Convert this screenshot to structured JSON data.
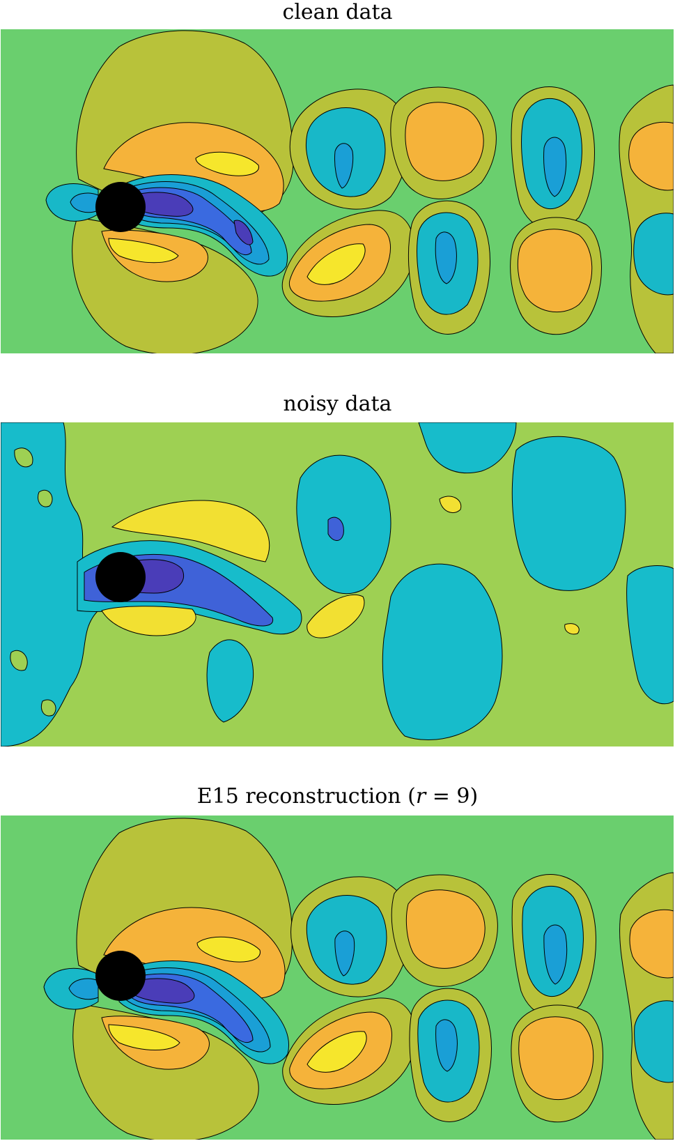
{
  "panels": [
    {
      "title": "clean data"
    },
    {
      "title": "noisy data"
    },
    {
      "title_prefix": "E15 reconstruction (",
      "title_math": "r",
      "title_suffix": " = 9)"
    }
  ],
  "colors": {
    "background_level": "#6acf6e",
    "olive": "#b8c23a",
    "orange": "#f5b33a",
    "yellow": "#f6e62c",
    "teal": "#18b8c8",
    "cyan": "#1a9fd6",
    "blue": "#3a6ae0",
    "indigo": "#4a3db8",
    "deep": "#3a1a90",
    "cylinder": "#000000",
    "noisy_green": "#9ed053",
    "noisy_yellow": "#f2e032",
    "noisy_teal": "#17bccb",
    "noisy_blue": "#3f62d8",
    "contour_line": "#000000"
  }
}
